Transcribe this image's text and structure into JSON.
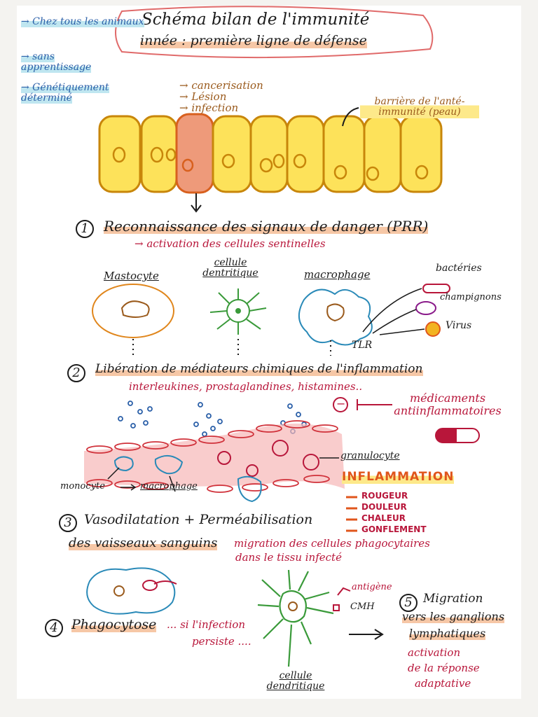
{
  "header": {
    "title_line1": "Schéma bilan de l'immunité",
    "title_line2": "innée : première ligne de défense",
    "notes": [
      "→ Chez tous les animaux",
      "→ sans apprentissage",
      "→ Génétiquement déterminé"
    ]
  },
  "barrier": {
    "triggers": [
      "→ cancerisation",
      "→ Lésion",
      "→ infection"
    ],
    "label": "barrière de l'anté-immunité (peau)"
  },
  "step1": {
    "number": "1",
    "title": "Reconnaissance des signaux de danger (PRR)",
    "subtitle": "→ activation des cellules sentinelles",
    "cells": [
      "Mastocyte",
      "cellule dentritique",
      "macrophage"
    ],
    "pathogens": [
      "bactéries",
      "champignons",
      "Virus"
    ],
    "receptor": "TLR"
  },
  "step2": {
    "number": "2",
    "title": "Libération de médiateurs chimiques de l'inflammation",
    "mediators": "interleukines, prostaglandines, histamines..",
    "drugs": "médicaments antiinflammatoires",
    "inhibit_symbol": "−",
    "granulocyte": "granulocyte",
    "monocyte": "monocyte",
    "macrophage": "macrophage",
    "inflammation": "INFLAMMATION",
    "symptoms": [
      "ROUGEUR",
      "DOULEUR",
      "CHALEUR",
      "GONFLEMENT"
    ]
  },
  "step3": {
    "number": "3",
    "title": "Vasodilatation + Perméabilisation",
    "title2": "des vaisseaux sanguins",
    "migration": "migration des cellules phagocytaires",
    "migration2": "dans le tissu infecté"
  },
  "step4": {
    "number": "4",
    "title": "Phagocytose",
    "condition": "... si l'infection",
    "condition2": "persiste ....",
    "cell_label": "cellule dendritique",
    "antigen": "antigène",
    "cmh": "CMH"
  },
  "step5": {
    "number": "5",
    "title": "Migration",
    "title2": "vers les ganglions",
    "title3": "lymphatiques",
    "result": "activation",
    "result2": "de la réponse",
    "result3": "adaptative"
  },
  "colors": {
    "blue": "#2a5fa8",
    "orange_highlight": "#f6c7a6",
    "yellow_cell": "#fde25a",
    "red_text": "#b8163a",
    "orange_text": "#e0561c"
  }
}
